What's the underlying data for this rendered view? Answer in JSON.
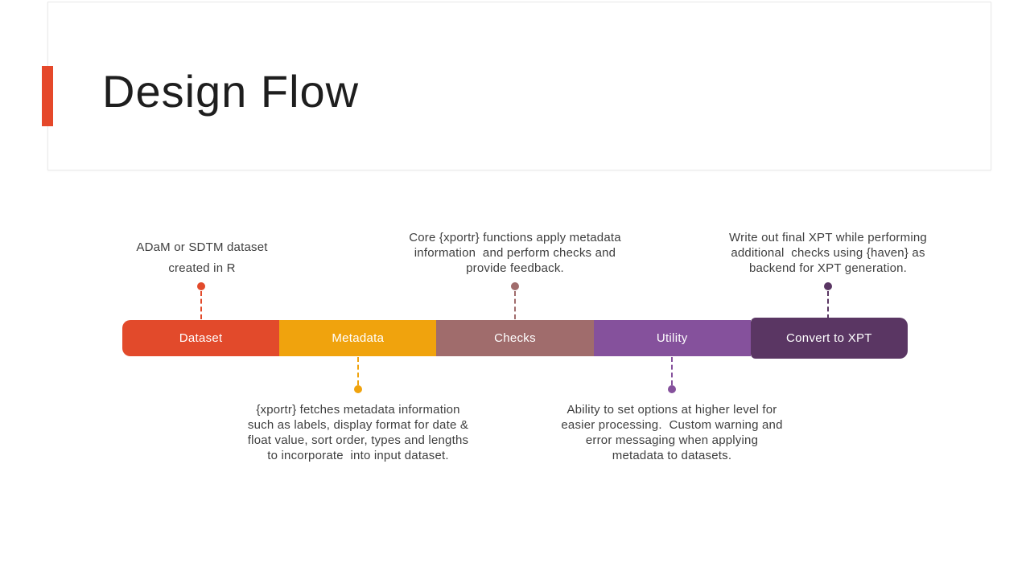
{
  "slide": {
    "title": "Design Flow",
    "accent_color": "#E5482A"
  },
  "process": {
    "segments": [
      {
        "label": "Dataset",
        "color": "#E24A2B"
      },
      {
        "label": "Metadata",
        "color": "#F0A30D"
      },
      {
        "label": "Checks",
        "color": "#A06C6C"
      },
      {
        "label": "Utility",
        "color": "#85519C"
      },
      {
        "label": "Convert to XPT",
        "color": "#5A3663"
      }
    ],
    "annotations_top": [
      {
        "target": "Dataset",
        "color": "#E24A2B",
        "lines": [
          "ADaM or SDTM dataset",
          "created in R"
        ]
      },
      {
        "target": "Checks",
        "color": "#A06C6C",
        "lines": [
          "Core {xportr} functions apply metadata",
          "information  and perform checks and",
          "provide feedback."
        ]
      },
      {
        "target": "Convert to XPT",
        "color": "#5A3663",
        "lines": [
          "Write out final XPT while performing",
          "additional  checks using {haven} as",
          "backend for XPT generation."
        ]
      }
    ],
    "annotations_bottom": [
      {
        "target": "Metadata",
        "color": "#F0A30D",
        "lines": [
          "{xportr} fetches metadata information",
          "such as labels, display format for date &",
          "float value, sort order, types and lengths",
          "to incorporate  into input dataset."
        ]
      },
      {
        "target": "Utility",
        "color": "#85519C",
        "lines": [
          "Ability to set options at higher level for",
          "easier processing.  Custom warning and",
          "error messaging when applying",
          "metadata to datasets."
        ]
      }
    ]
  }
}
